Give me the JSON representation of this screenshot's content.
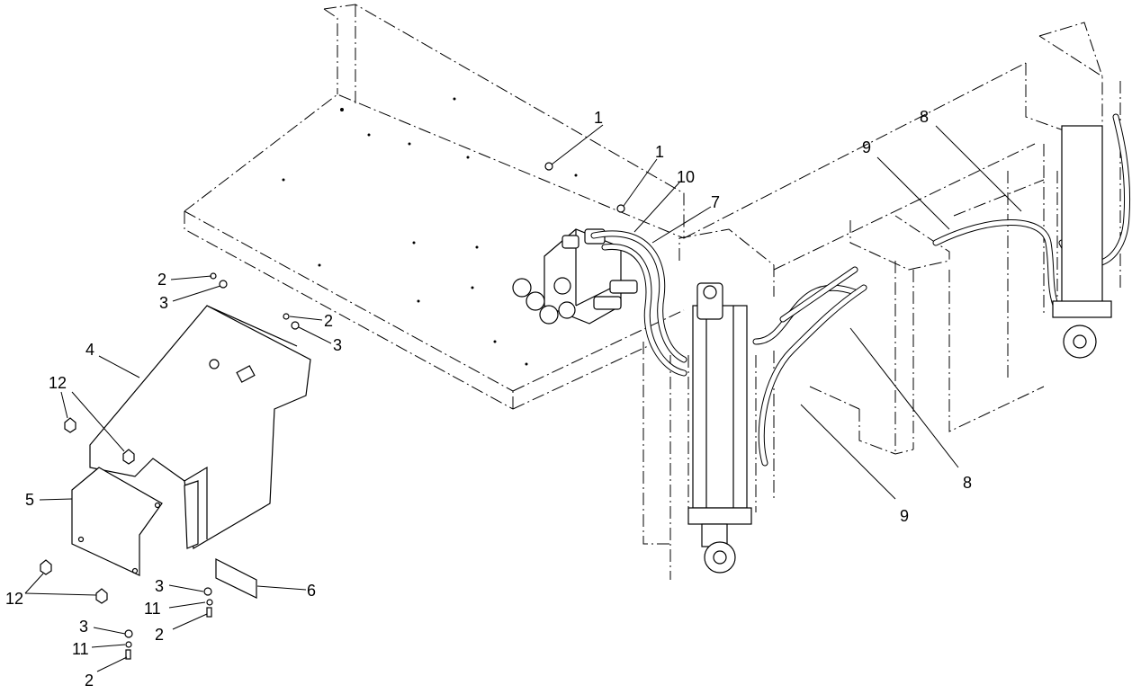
{
  "callouts": {
    "c1a": "1",
    "c1b": "1",
    "c10": "10",
    "c7": "7",
    "c9top": "9",
    "c8top": "8",
    "c2a": "2",
    "c3a": "3",
    "c2b": "2",
    "c3b": "3",
    "c4": "4",
    "c12top": "12",
    "c5": "5",
    "c12bot": "12",
    "c3c": "3",
    "c11a": "11",
    "c2c": "2",
    "c6": "6",
    "c3d": "3",
    "c11b": "11",
    "c2d": "2",
    "c8bot": "8",
    "c9bot": "9"
  }
}
